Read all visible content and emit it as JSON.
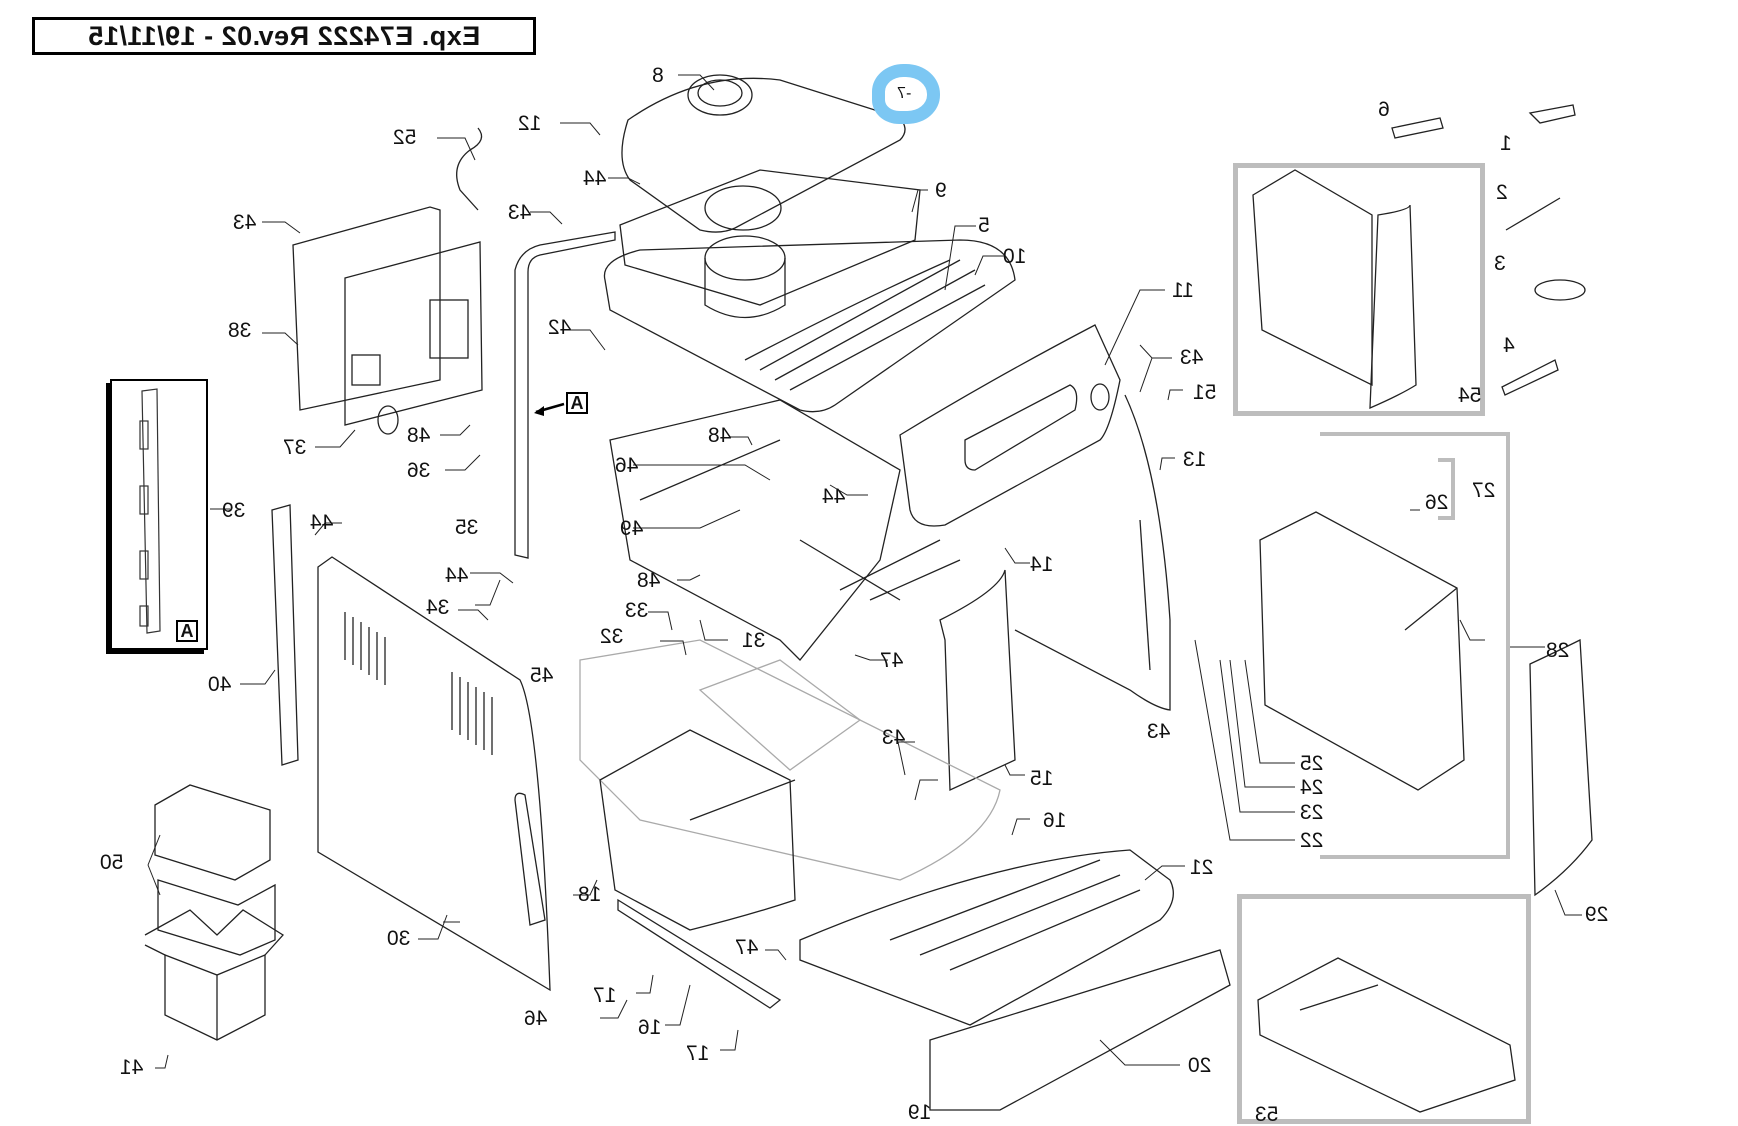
{
  "title": "Exp. E74222 Rev.02 - 19/11/15",
  "title_mirrored": true,
  "highlight": {
    "label": "7",
    "color": "#7cc7f3"
  },
  "detail_tag": "A",
  "parts": [
    {
      "id": "p1",
      "number": "1"
    },
    {
      "id": "p2",
      "number": "2"
    },
    {
      "id": "p3",
      "number": "3"
    },
    {
      "id": "p4",
      "number": "4"
    },
    {
      "id": "p5",
      "number": "5"
    },
    {
      "id": "p6",
      "number": "6"
    },
    {
      "id": "p8",
      "number": "8"
    },
    {
      "id": "p9",
      "number": "9"
    },
    {
      "id": "p10",
      "number": "10"
    },
    {
      "id": "p11",
      "number": "11"
    },
    {
      "id": "p12",
      "number": "12"
    },
    {
      "id": "p13",
      "number": "13"
    },
    {
      "id": "p14",
      "number": "14"
    },
    {
      "id": "p15",
      "number": "15"
    },
    {
      "id": "p16a",
      "number": "16"
    },
    {
      "id": "p16b",
      "number": "16"
    },
    {
      "id": "p17a",
      "number": "17"
    },
    {
      "id": "p17b",
      "number": "17"
    },
    {
      "id": "p18",
      "number": "18"
    },
    {
      "id": "p19",
      "number": "19"
    },
    {
      "id": "p20",
      "number": "20"
    },
    {
      "id": "p21",
      "number": "21"
    },
    {
      "id": "p22",
      "number": "22"
    },
    {
      "id": "p23",
      "number": "23"
    },
    {
      "id": "p24",
      "number": "24"
    },
    {
      "id": "p25",
      "number": "25"
    },
    {
      "id": "p26",
      "number": "26"
    },
    {
      "id": "p27",
      "number": "27"
    },
    {
      "id": "p28",
      "number": "28"
    },
    {
      "id": "p29",
      "number": "29"
    },
    {
      "id": "p30",
      "number": "30"
    },
    {
      "id": "p31",
      "number": "31"
    },
    {
      "id": "p32",
      "number": "32"
    },
    {
      "id": "p33",
      "number": "33"
    },
    {
      "id": "p34",
      "number": "34"
    },
    {
      "id": "p35",
      "number": "35"
    },
    {
      "id": "p36",
      "number": "36"
    },
    {
      "id": "p37",
      "number": "37"
    },
    {
      "id": "p38",
      "number": "38"
    },
    {
      "id": "p39",
      "number": "39"
    },
    {
      "id": "p40",
      "number": "40"
    },
    {
      "id": "p41",
      "number": "41"
    },
    {
      "id": "p42",
      "number": "42"
    },
    {
      "id": "p43a",
      "number": "43"
    },
    {
      "id": "p43b",
      "number": "43"
    },
    {
      "id": "p43c",
      "number": "43"
    },
    {
      "id": "p43d",
      "number": "43"
    },
    {
      "id": "p43e",
      "number": "43"
    },
    {
      "id": "p44a",
      "number": "44"
    },
    {
      "id": "p44b",
      "number": "44"
    },
    {
      "id": "p44c",
      "number": "44"
    },
    {
      "id": "p44d",
      "number": "44"
    },
    {
      "id": "p45",
      "number": "45"
    },
    {
      "id": "p46a",
      "number": "46"
    },
    {
      "id": "p46b",
      "number": "46"
    },
    {
      "id": "p47a",
      "number": "47"
    },
    {
      "id": "p47b",
      "number": "47"
    },
    {
      "id": "p48a",
      "number": "48"
    },
    {
      "id": "p48b",
      "number": "48"
    },
    {
      "id": "p48c",
      "number": "48"
    },
    {
      "id": "p49",
      "number": "49"
    },
    {
      "id": "p50",
      "number": "50"
    },
    {
      "id": "p51",
      "number": "51"
    },
    {
      "id": "p52",
      "number": "52"
    },
    {
      "id": "p53",
      "number": "53"
    },
    {
      "id": "p54",
      "number": "54"
    }
  ]
}
